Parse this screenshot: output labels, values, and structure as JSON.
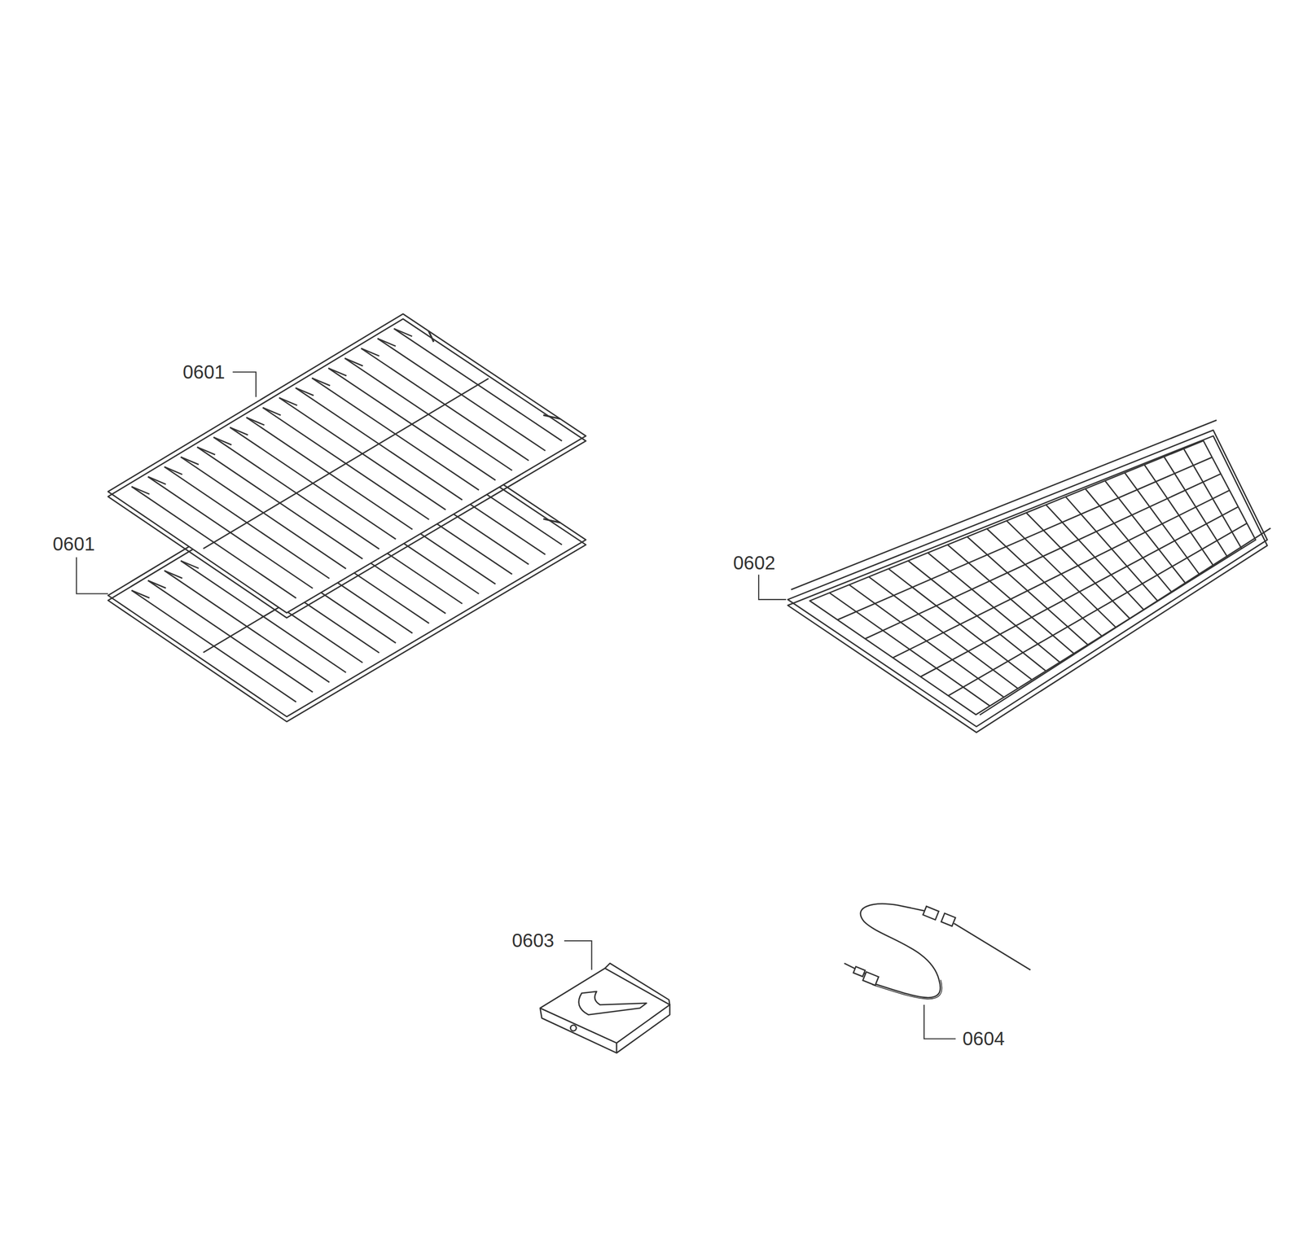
{
  "diagram": {
    "labels": [
      "0601",
      "0601",
      "0602",
      "0603",
      "0604"
    ]
  }
}
